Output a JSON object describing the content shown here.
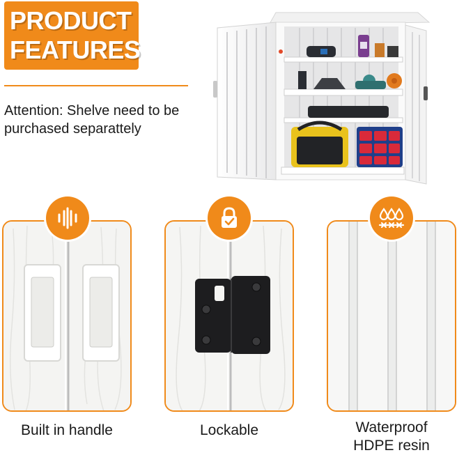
{
  "header": {
    "title_line1": "PRODUCT",
    "title_line2": "FEATURES",
    "note": "Attention: Shelve need to be purchased separattely"
  },
  "features": [
    {
      "caption": "Built in handle",
      "icon": "sound-waves-icon"
    },
    {
      "caption": "Lockable",
      "icon": "padlock-icon"
    },
    {
      "caption_line1": "Waterproof",
      "caption_line2": "HDPE resin",
      "icon": "water-drops-icon"
    }
  ],
  "colors": {
    "accent": "#f08a1a",
    "text": "#1a1a1a",
    "panel": "#f6f6f4",
    "hardware": "#1d1d1f"
  }
}
